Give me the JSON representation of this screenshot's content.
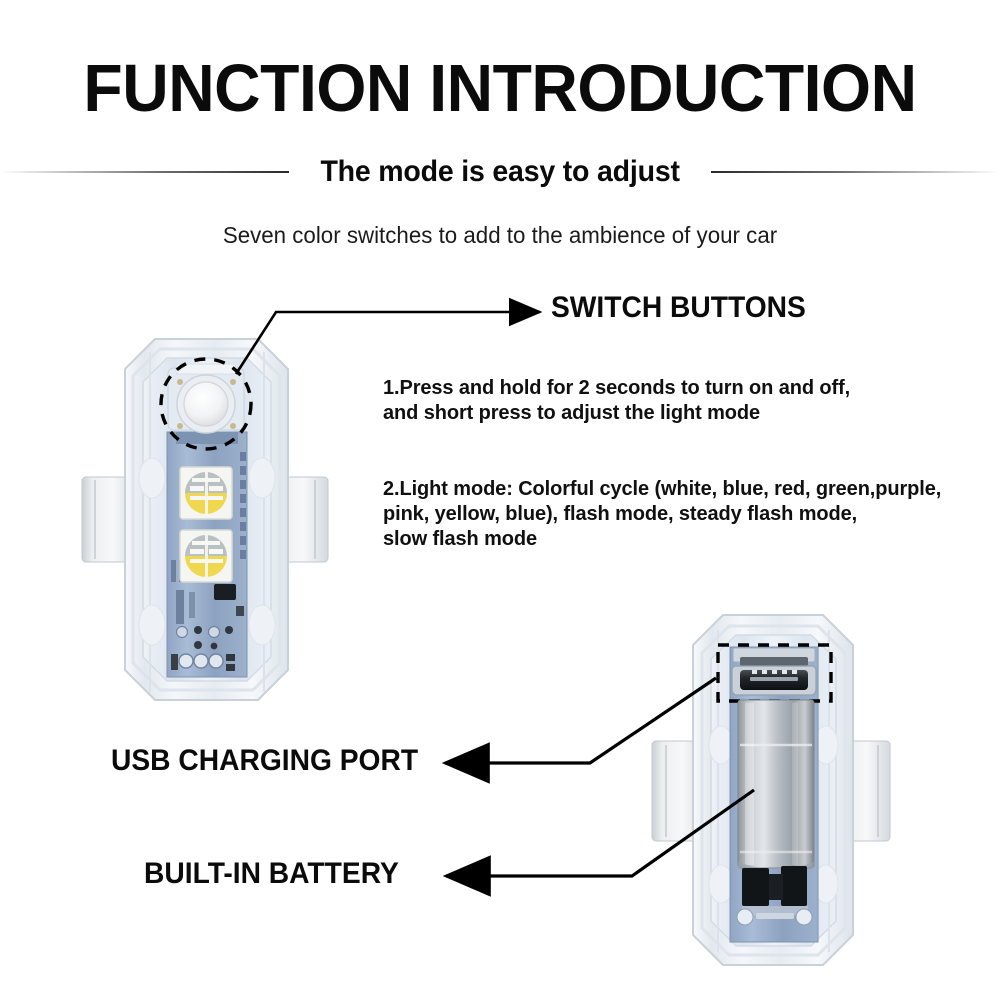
{
  "header": {
    "title": "FUNCTION INTRODUCTION",
    "subtitle": "The mode is easy to adjust",
    "tagline": "Seven color switches to add to the ambience of your car"
  },
  "callouts": {
    "switch_buttons": "SWITCH BUTTONS",
    "usb_charging_port": "USB CHARGING PORT",
    "built_in_battery": "BUILT-IN BATTERY"
  },
  "instructions": {
    "item_1": "1.Press and hold for 2 seconds to turn on and off,\nand short press to adjust the light mode",
    "item_2": "2.Light mode: Colorful cycle (white, blue, red, green,purple,\npink, yellow, blue), flash mode, steady flash mode,\nslow flash mode"
  },
  "colors": {
    "text": "#0b0b0b",
    "background": "#ffffff",
    "rule": "#6e6e6e",
    "leader_line": "#000000",
    "housing_shell": "#e9edf2",
    "housing_edge": "#c3ccd6",
    "pcb_blue": "#93a9c6",
    "led_body": "#f3f3ef",
    "led_phosphor": "#e7d34a",
    "battery_silver": "#b8bdc2",
    "side_tab": "#dfe3e6",
    "dashed_marker": "#000000"
  },
  "product_views": {
    "front": {
      "name": "front-view-led-module",
      "features": [
        "switch-button",
        "led-chip-top",
        "led-chip-bottom",
        "pcb",
        "side-clip-left",
        "side-clip-right"
      ]
    },
    "back": {
      "name": "back-view-battery-module",
      "features": [
        "micro-usb-port",
        "lithium-battery",
        "pcb",
        "side-clip-left",
        "side-clip-right"
      ]
    }
  }
}
